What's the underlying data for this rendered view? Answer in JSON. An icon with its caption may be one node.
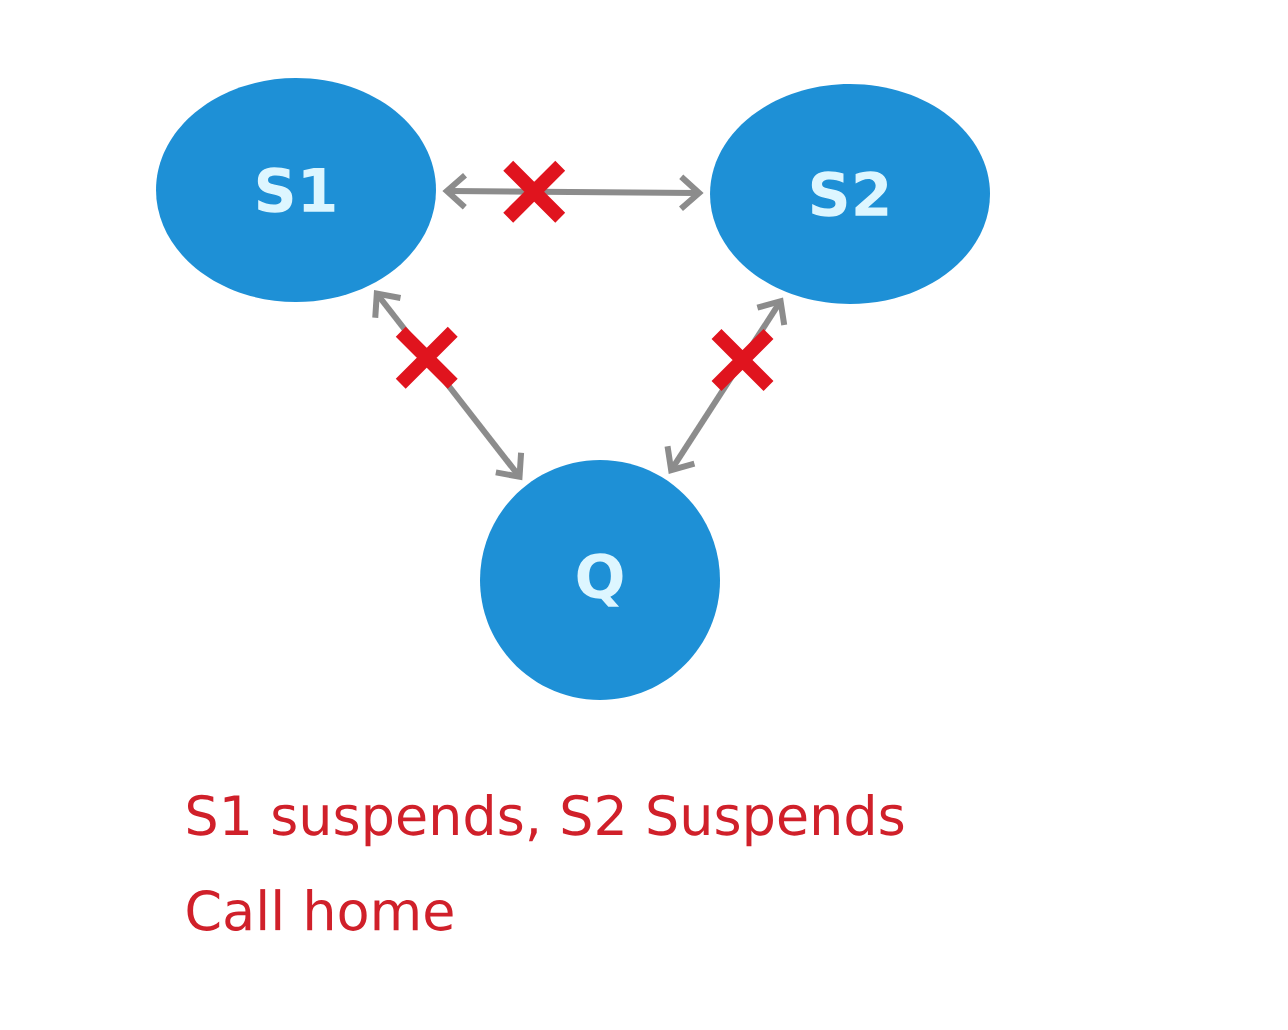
{
  "diagram": {
    "nodes": [
      {
        "text": [
          "S1"
        ]
      },
      {
        "text": [
          "S2"
        ]
      },
      {
        "text": [
          "Q"
        ]
      }
    ],
    "edges": [
      {
        "from": 0,
        "to": 1,
        "arrow": "both"
      },
      {
        "from": 0,
        "to": 2,
        "arrow": "both"
      },
      {
        "from": 1,
        "to": 2,
        "arrow": "both"
      }
    ],
    "labels": [
      "S1 suspends, S2 Suspends",
      "Call home"
    ]
  }
}
